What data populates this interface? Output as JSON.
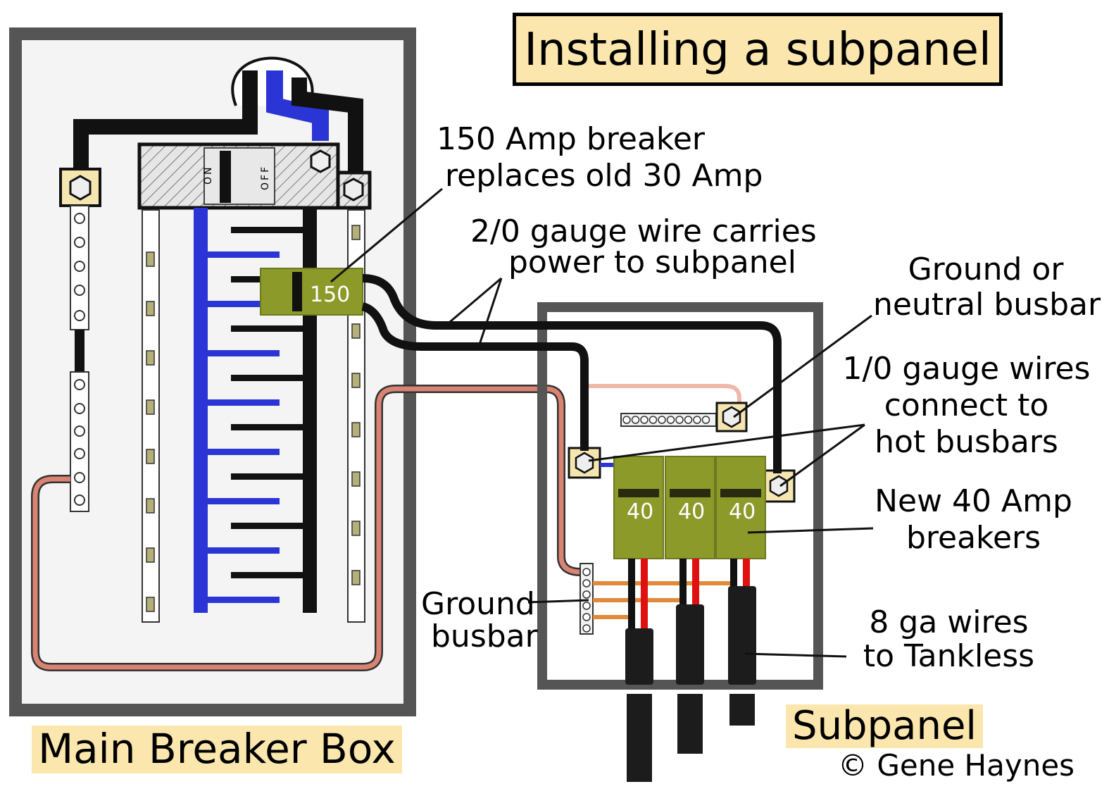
{
  "title": "Installing a subpanel",
  "labels": {
    "breaker_150_line1": "150 Amp breaker",
    "breaker_150_line2": "replaces old 30 Amp",
    "wire_2_0_line1": "2/0 gauge wire carries",
    "wire_2_0_line2": "power to subpanel",
    "ground_neutral_line1": "Ground or",
    "ground_neutral_line2": "neutral busbar",
    "wire_1_0_line1": "1/0 gauge wires",
    "wire_1_0_line2": "connect to",
    "wire_1_0_line3": "hot busbars",
    "new_breakers_line1": "New 40 Amp",
    "new_breakers_line2": "breakers",
    "ground_busbar_line1": "Ground",
    "ground_busbar_line2": "busbar",
    "tankless_line1": "8 ga wires",
    "tankless_line2": "to Tankless"
  },
  "captions": {
    "main_box": "Main Breaker Box",
    "subpanel": "Subpanel",
    "copyright": "© Gene Haynes"
  },
  "main_breaker": {
    "on": "ON",
    "off": "OFF"
  },
  "breaker_150": "150",
  "subpanel_breakers": [
    "40",
    "40",
    "40"
  ],
  "colors": {
    "title_bg": "#fbe7ad",
    "breaker_green": "#8c9a2a",
    "hot_wire": "#111111",
    "neutral_wire": "#2b35d6",
    "ground_wire": "#d98472",
    "red_wire": "#e01010",
    "copper": "#e08a3a"
  }
}
